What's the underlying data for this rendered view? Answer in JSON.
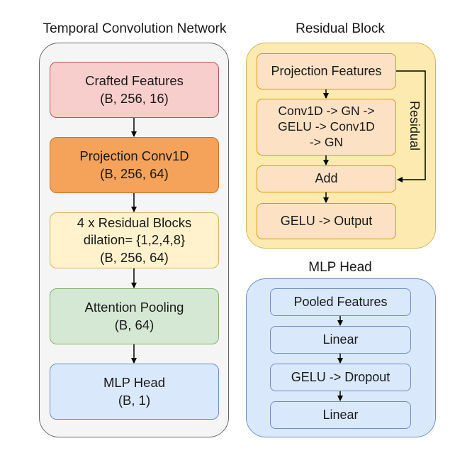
{
  "tcn": {
    "title": "Temporal Convolution Network",
    "blocks": [
      {
        "lines": [
          "Crafted Features",
          "(B, 256, 16)"
        ],
        "fill": "#f8cecc",
        "stroke": "#b85450"
      },
      {
        "lines": [
          "Projection Conv1D",
          "(B, 256, 64)"
        ],
        "fill": "#f5a25a",
        "stroke": "#d07020"
      },
      {
        "lines": [
          "4 x Residual Blocks",
          "dilation= {1,2,4,8}",
          "(B, 256, 64)"
        ],
        "fill": "#fff2cc",
        "stroke": "#d6b656"
      },
      {
        "lines": [
          "Attention Pooling",
          "(B, 64)"
        ],
        "fill": "#d5e8d4",
        "stroke": "#82b366"
      },
      {
        "lines": [
          "MLP Head",
          "(B, 1)"
        ],
        "fill": "#dae8fc",
        "stroke": "#6c8ebf"
      }
    ],
    "panel_fill": "#f5f5f5",
    "panel_stroke": "#666666"
  },
  "residual": {
    "title": "Residual Block",
    "blocks": [
      {
        "lines": [
          "Projection Features"
        ]
      },
      {
        "lines": [
          "Conv1D -> GN ->",
          "GELU -> Conv1D",
          "-> GN"
        ]
      },
      {
        "lines": [
          "Add"
        ]
      },
      {
        "lines": [
          "GELU -> Output"
        ]
      }
    ],
    "skip_label": "Residual",
    "panel_fill": "#fdeab0",
    "panel_stroke": "#d6b656",
    "block_fill": "#fde1c4",
    "block_stroke": "#d79b00"
  },
  "mlp": {
    "title": "MLP Head",
    "blocks": [
      {
        "lines": [
          "Pooled Features"
        ]
      },
      {
        "lines": [
          "Linear"
        ]
      },
      {
        "lines": [
          "GELU -> Dropout"
        ]
      },
      {
        "lines": [
          "Linear"
        ]
      }
    ],
    "panel_fill": "#dae8fc",
    "panel_stroke": "#6c8ebf",
    "block_fill": "#dae8fc",
    "block_stroke": "#6c8ebf"
  }
}
